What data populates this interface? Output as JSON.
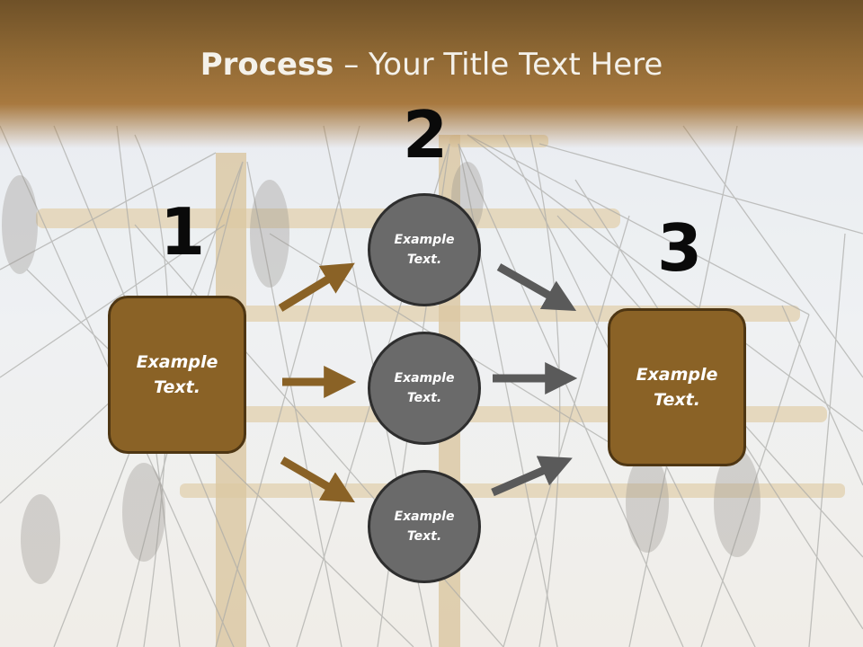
{
  "slide": {
    "title_bold": "Process",
    "title_rest": " – Your Title Text Here",
    "colors": {
      "brown": "#8a6226",
      "gray": "#6a6a6a",
      "title_band": "#8d6733"
    }
  },
  "steps": {
    "step1": {
      "number": "1",
      "text": "Example Text."
    },
    "step2": {
      "number": "2",
      "circles": [
        {
          "text": "Example Text."
        },
        {
          "text": "Example Text."
        },
        {
          "text": "Example Text."
        }
      ]
    },
    "step3": {
      "number": "3",
      "text": "Example Text."
    }
  }
}
